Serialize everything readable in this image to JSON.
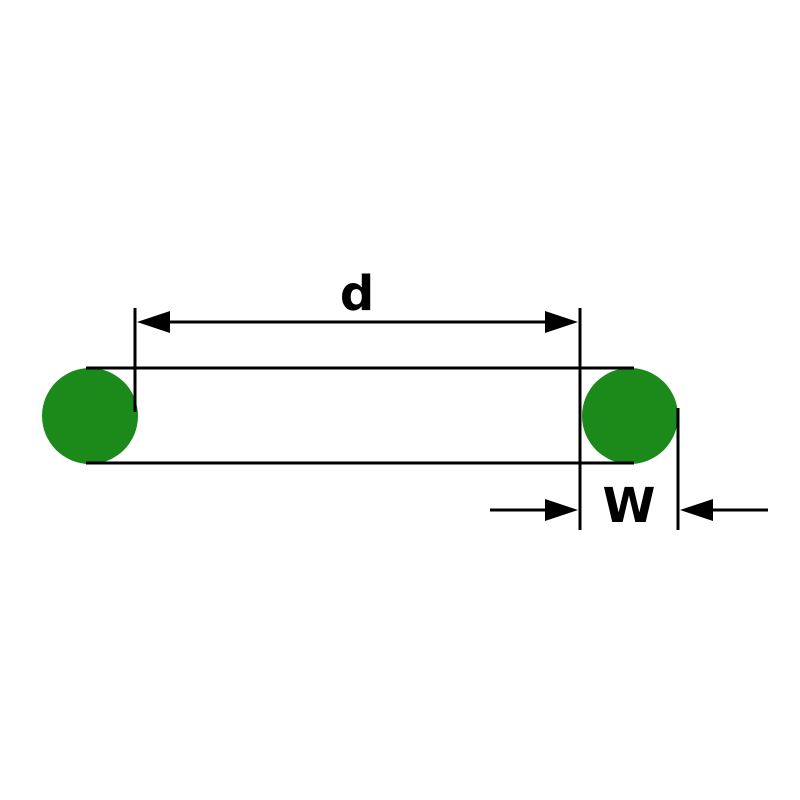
{
  "diagram": {
    "kind": "technical-dimension-drawing",
    "subject": "o-ring cross-section with inner diameter and width dimensions",
    "labels": {
      "inner_diameter": "d",
      "cross_section_width": "W"
    },
    "colors": {
      "oring_green": "#1b8a1b",
      "line_black": "#000000",
      "background": "#ffffff"
    }
  }
}
